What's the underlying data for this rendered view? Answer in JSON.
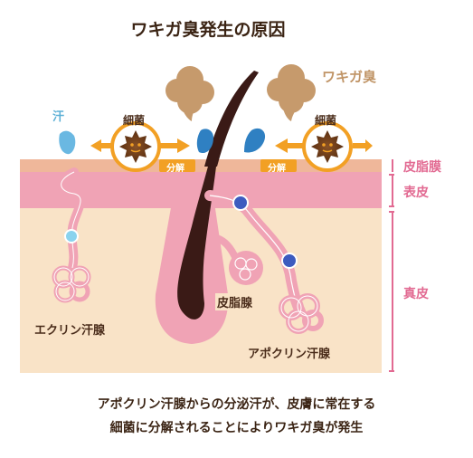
{
  "title": "ワキガ臭発生の原因",
  "labels": {
    "smell": "ワキガ臭",
    "sweat": "汗",
    "germ_left": "細菌",
    "germ_right": "細菌",
    "decompose_left": "分解",
    "decompose_right": "分解",
    "sebum_film": "皮脂膜",
    "epidermis": "表皮",
    "dermis": "真皮",
    "sebaceous_gland": "皮脂腺",
    "eccrine_gland": "エクリン汗腺",
    "apocrine_gland": "アポクリン汗腺"
  },
  "caption": {
    "line1": "アポクリン汗腺からの分泌汗が、皮膚に常在する",
    "line2": "細菌に分解されることによりワキガ臭が発生"
  },
  "colors": {
    "dermis": "#f9e3c7",
    "epidermis": "#f0a3b5",
    "sebum": "#efb79a",
    "hair": "#3a1a16",
    "odor": "#c69a6c",
    "sweat": "#4aa3d9",
    "germ_ring": "#f2a024",
    "germ_body": "#6b3914",
    "side_label": "#e26a92"
  }
}
